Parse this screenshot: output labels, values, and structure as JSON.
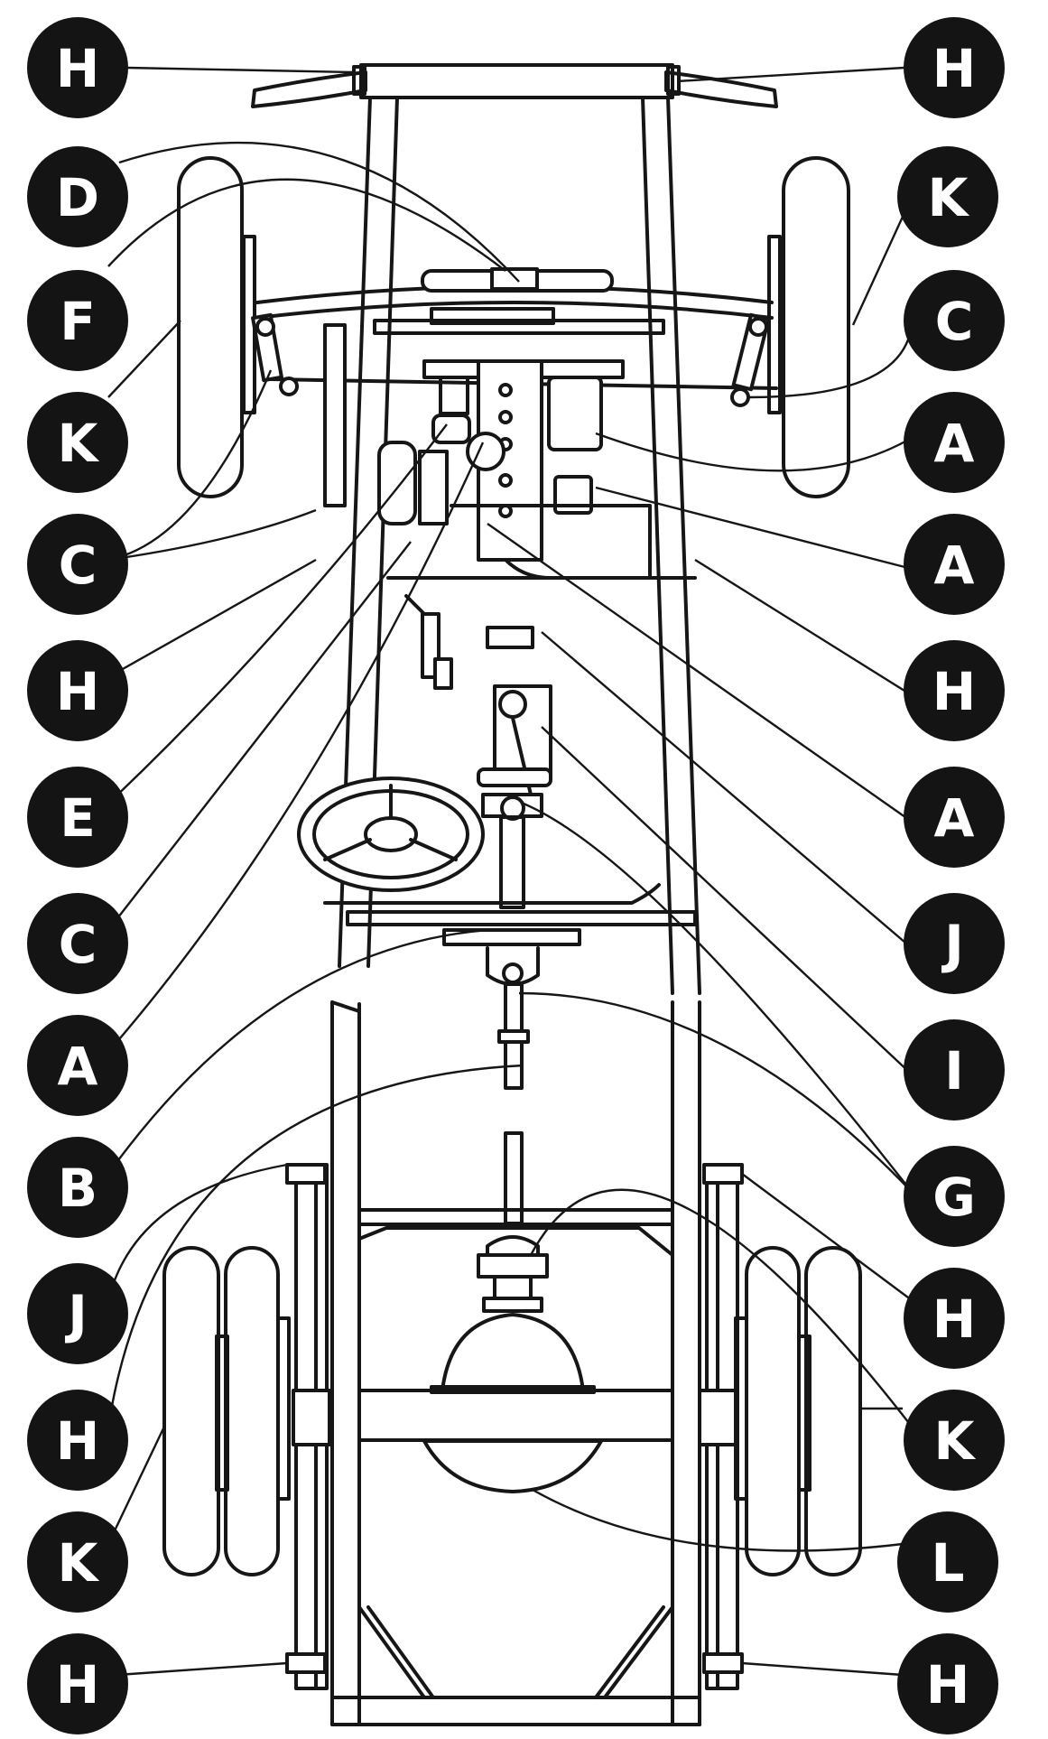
{
  "colors": {
    "ink": "#161616",
    "badge": "#141414",
    "paper": "#ffffff"
  },
  "callouts_left": [
    {
      "letter": "H"
    },
    {
      "letter": "D"
    },
    {
      "letter": "F"
    },
    {
      "letter": "K"
    },
    {
      "letter": "C"
    },
    {
      "letter": "H"
    },
    {
      "letter": "E"
    },
    {
      "letter": "C"
    },
    {
      "letter": "A"
    },
    {
      "letter": "B"
    },
    {
      "letter": "J"
    },
    {
      "letter": "H"
    },
    {
      "letter": "K"
    },
    {
      "letter": "H"
    }
  ],
  "callouts_right": [
    {
      "letter": "H"
    },
    {
      "letter": "K"
    },
    {
      "letter": "C"
    },
    {
      "letter": "A"
    },
    {
      "letter": "A"
    },
    {
      "letter": "H"
    },
    {
      "letter": "A"
    },
    {
      "letter": "J"
    },
    {
      "letter": "I"
    },
    {
      "letter": "G"
    },
    {
      "letter": "H"
    },
    {
      "letter": "K"
    },
    {
      "letter": "L"
    },
    {
      "letter": "H"
    }
  ]
}
